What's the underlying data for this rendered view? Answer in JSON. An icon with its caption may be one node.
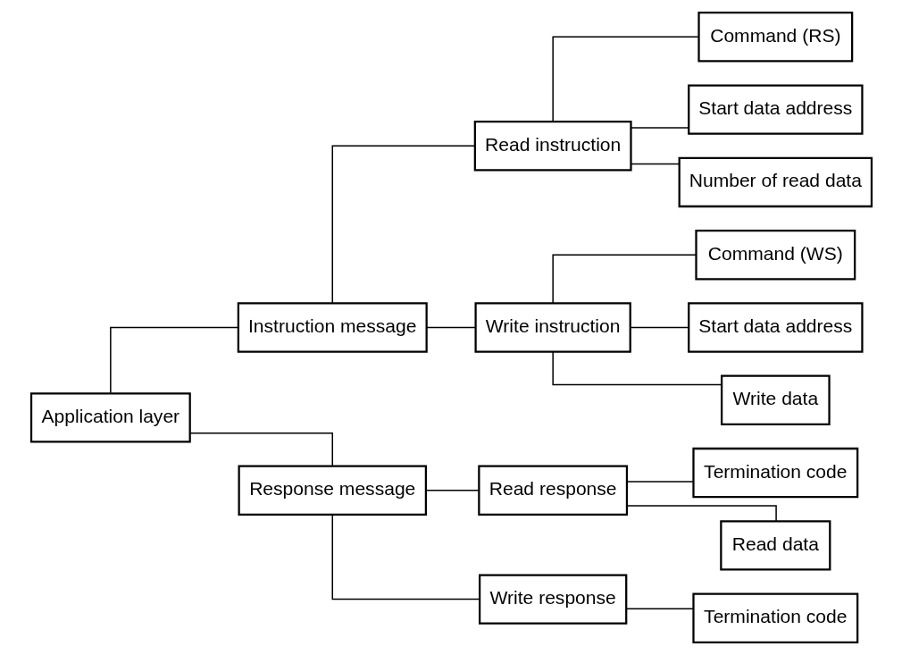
{
  "diagram": {
    "nodes": [
      {
        "text": [
          "Application layer"
        ]
      },
      {
        "text": [
          "Instruction message"
        ]
      },
      {
        "text": [
          "Read instruction"
        ]
      },
      {
        "text": [
          "Command (RS)"
        ]
      },
      {
        "text": [
          "Start data address"
        ]
      },
      {
        "text": [
          "Number of read data"
        ]
      },
      {
        "text": [
          "Write instruction"
        ]
      },
      {
        "text": [
          "Command (WS)"
        ]
      },
      {
        "text": [
          "Start data address"
        ]
      },
      {
        "text": [
          "Write data"
        ]
      },
      {
        "text": [
          "Response message"
        ]
      },
      {
        "text": [
          "Read response"
        ]
      },
      {
        "text": [
          "Termination code"
        ]
      },
      {
        "text": [
          "Read data"
        ]
      },
      {
        "text": [
          "Write response"
        ]
      },
      {
        "text": [
          "Termination code"
        ]
      }
    ],
    "edges": [
      {
        "from": 0,
        "to": 1,
        "arrow": "none"
      },
      {
        "from": 0,
        "to": 10,
        "arrow": "none"
      },
      {
        "from": 1,
        "to": 2,
        "arrow": "none"
      },
      {
        "from": 1,
        "to": 6,
        "arrow": "none"
      },
      {
        "from": 2,
        "to": 3,
        "arrow": "none"
      },
      {
        "from": 2,
        "to": 4,
        "arrow": "none"
      },
      {
        "from": 2,
        "to": 5,
        "arrow": "none"
      },
      {
        "from": 6,
        "to": 7,
        "arrow": "none"
      },
      {
        "from": 6,
        "to": 8,
        "arrow": "none"
      },
      {
        "from": 6,
        "to": 9,
        "arrow": "none"
      },
      {
        "from": 10,
        "to": 11,
        "arrow": "none"
      },
      {
        "from": 10,
        "to": 14,
        "arrow": "none"
      },
      {
        "from": 11,
        "to": 12,
        "arrow": "none"
      },
      {
        "from": 11,
        "to": 13,
        "arrow": "none"
      },
      {
        "from": 14,
        "to": 15,
        "arrow": "none"
      }
    ]
  }
}
